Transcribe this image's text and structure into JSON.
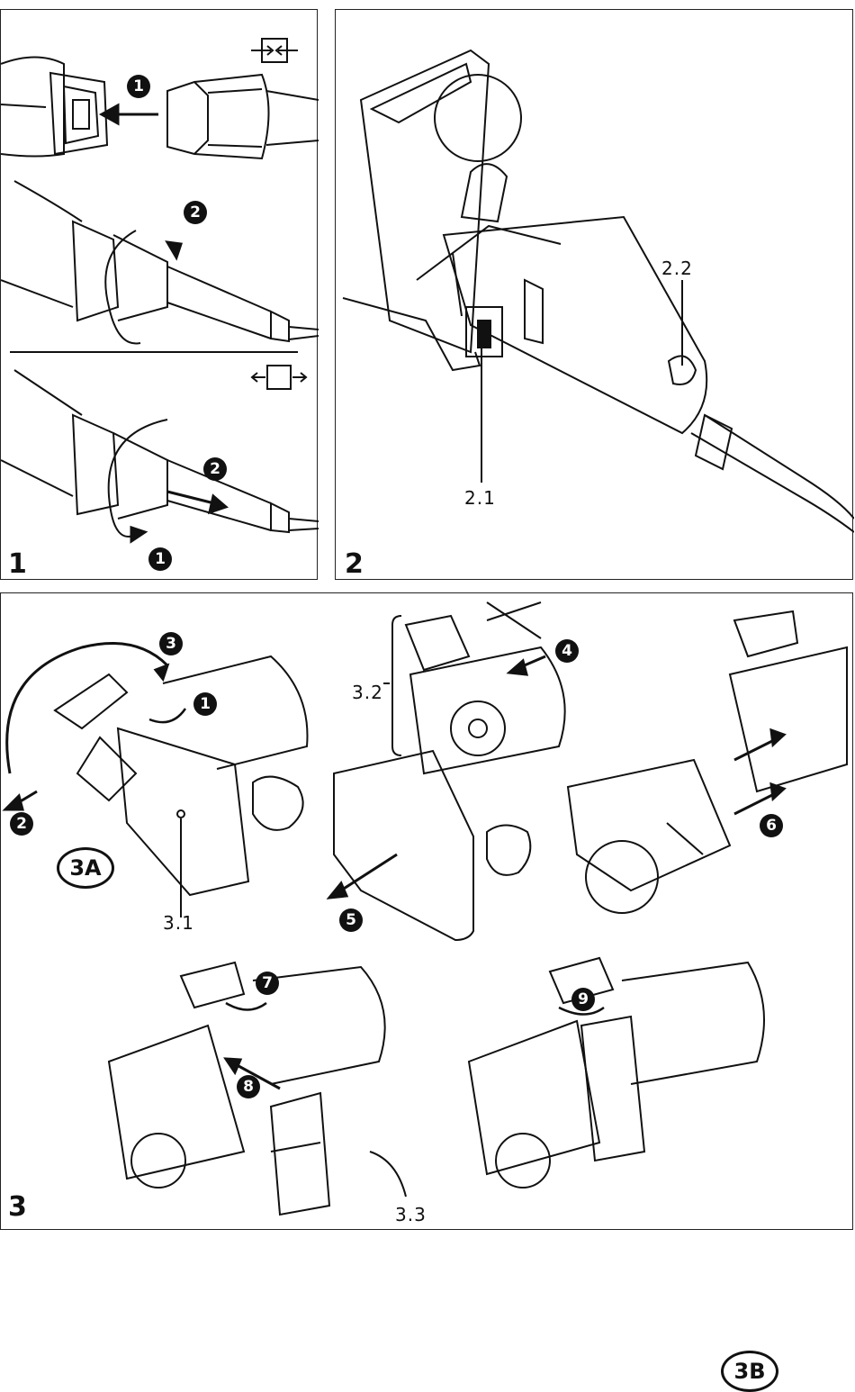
{
  "figures": {
    "fig1": {
      "number": "1",
      "badges": [
        "1",
        "2",
        "2",
        "1"
      ]
    },
    "fig2": {
      "number": "2",
      "labels": {
        "switch": "2.1",
        "dial": "2.2"
      }
    },
    "fig3": {
      "number": "3",
      "subfigs": {
        "a": "3A",
        "b": "3B"
      },
      "labels": {
        "fence": "3.1",
        "bracket": "3.2",
        "adapter": "3.3"
      },
      "badges": [
        "1",
        "2",
        "3",
        "4",
        "5",
        "6",
        "7",
        "8",
        "9"
      ]
    }
  },
  "icons": [
    "connect-symbol-icon",
    "disconnect-symbol-icon"
  ]
}
